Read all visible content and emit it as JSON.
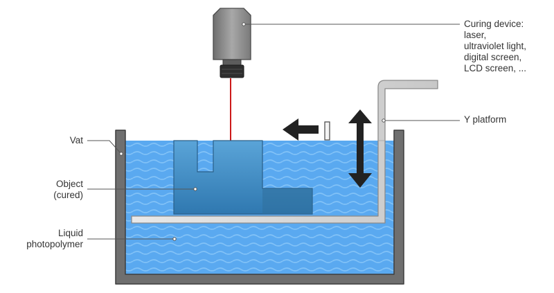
{
  "labels": {
    "curing_device": [
      "Curing device:",
      "laser,",
      "ultraviolet light,",
      "digital screen,",
      "LCD screen, ..."
    ],
    "y_platform": "Y platform",
    "vat": "Vat",
    "object": [
      "Object",
      "(cured)"
    ],
    "liquid": [
      "Liquid",
      "photopolymer"
    ]
  },
  "colors": {
    "liquid": "#5aa9f0",
    "liquid_wave": "#82c2f7",
    "vat_wall": "#6f6f6f",
    "object": "#3f8dc8",
    "object_dark": "#2f6f9c",
    "platform": "#dcdcdc",
    "laser": "#cc1a1a",
    "device": "#8c8c8c",
    "arrow": "#222222",
    "leader": "#555555"
  },
  "icons": {
    "motion_left": "arrow-left-icon",
    "motion_vertical": "double-arrow-vertical-icon"
  }
}
